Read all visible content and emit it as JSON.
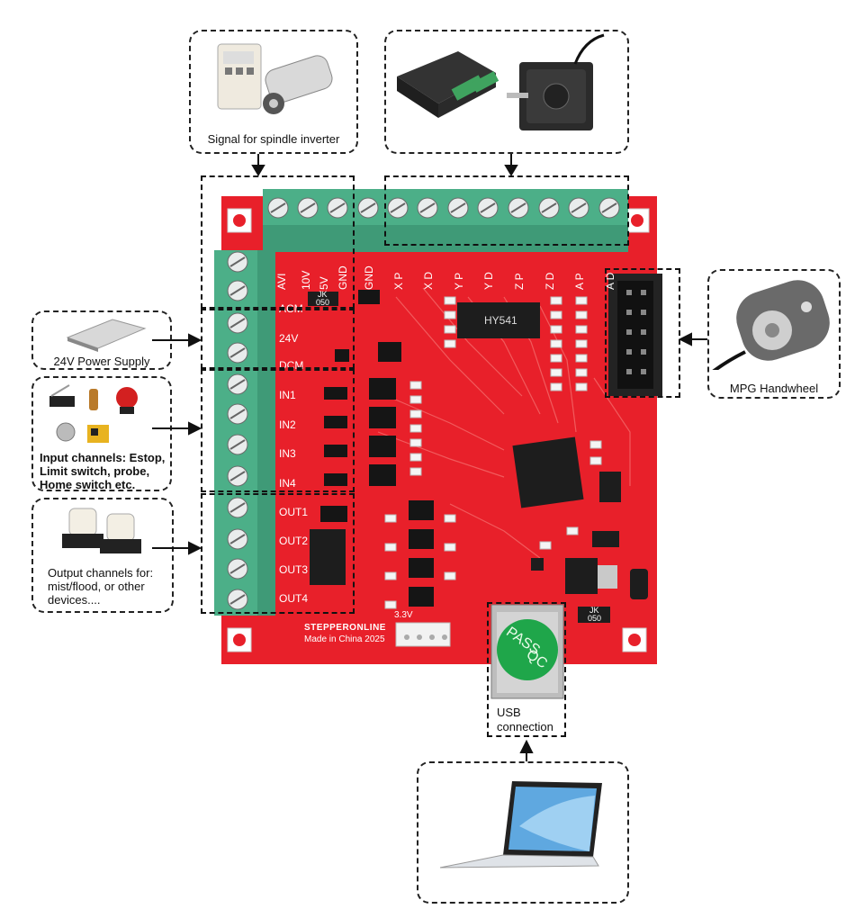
{
  "devices": {
    "spindle": "Signal for spindle inverter",
    "power": "24V Power Supply",
    "inputs": [
      "Input channels: Estop,",
      "Limit switch, probe,",
      "Home switch etc."
    ],
    "outputs": [
      "Output channels for:",
      "mist/flood, or other",
      "devices...."
    ],
    "mpg": "MPG Handwheel",
    "usb": [
      "USB",
      "connection"
    ]
  },
  "board": {
    "top_pins": [
      "AVI",
      "10V",
      "5V",
      "GND",
      "GND",
      "X P",
      "X D",
      "Y P",
      "Y D",
      "Z P",
      "Z D",
      "A P",
      "A D"
    ],
    "left_pins": [
      "ACM",
      "24V",
      "DCM",
      "IN1",
      "IN2",
      "IN3",
      "IN4",
      "OUT1",
      "OUT2",
      "OUT3",
      "OUT4"
    ],
    "chip_driver": "HY541",
    "brand": "STEPPERONLINE",
    "made_in": "Made in China 2025",
    "v33": "3.3V",
    "diode_jk": "JK",
    "diode_code": "050",
    "qc_text": [
      "QC",
      "PASS"
    ]
  },
  "colors": {
    "board": "#e8202a",
    "terminal": "#4caf88",
    "qc": "#1fa64a"
  }
}
